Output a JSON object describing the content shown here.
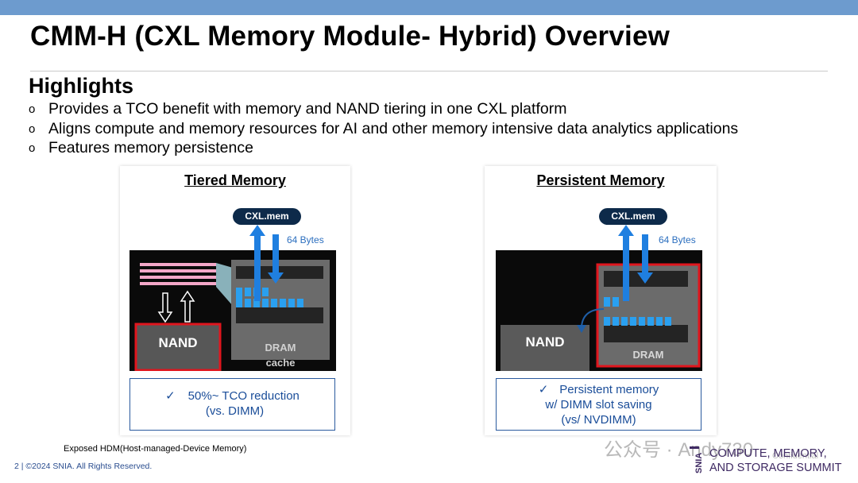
{
  "slide": {
    "title": "CMM-H (CXL Memory Module- Hybrid) Overview",
    "highlights_heading": "Highlights",
    "bullets": [
      "Provides a TCO benefit with memory and NAND tiering in one CXL platform",
      "Aligns compute and memory resources for AI and other memory intensive data analytics applications",
      "Features memory persistence"
    ],
    "bullet_marker": "o"
  },
  "tiered": {
    "title": "Tiered Memory",
    "cxl_label": "CXL.mem",
    "bytes_label": "64 Bytes",
    "nand_label": "NAND",
    "dram_label_line1": "DRAM",
    "dram_label_line2": "cache",
    "checkmark": "✓",
    "result_line1": "50%~ TCO reduction",
    "result_line2": "(vs. DIMM)"
  },
  "persistent": {
    "title": "Persistent Memory",
    "cxl_label": "CXL.mem",
    "bytes_label": "64 Bytes",
    "nand_label": "NAND",
    "dram_label": "DRAM",
    "checkmark": "✓",
    "result_line1": "Persistent memory",
    "result_line2": "w/ DIMM slot saving",
    "result_line3": "(vs/ NVDIMM)"
  },
  "footer": {
    "footnote": "Exposed HDM(Host-managed-Device Memory)",
    "copyright": "2 | ©2024 SNIA. All Rights Reserved.",
    "watermark": "公众号 · Andy730",
    "confidential": "Confidential",
    "snia_logo_text": "SNIA",
    "summit_line1": "COMPUTE, MEMORY,",
    "summit_line2": "AND STORAGE SUMMIT"
  },
  "colors": {
    "top_bar": "#6d9bce",
    "arrow_blue": "#1f7fe0",
    "highlight_red": "#e0161e",
    "text_blue": "#1a4d99"
  }
}
